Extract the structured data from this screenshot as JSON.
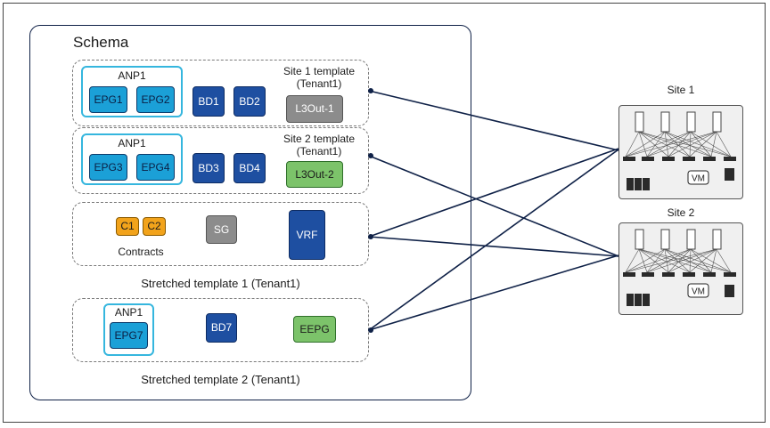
{
  "schema": {
    "title": "Schema"
  },
  "templates": {
    "site1": {
      "label": "Site 1 template",
      "tenant": "(Tenant1)",
      "anp": "ANP1",
      "epgs": [
        "EPG1",
        "EPG2"
      ],
      "bds": [
        "BD1",
        "BD2"
      ],
      "l3out": "L3Out-1"
    },
    "site2": {
      "label": "Site 2 template",
      "tenant": "(Tenant1)",
      "anp": "ANP1",
      "epgs": [
        "EPG3",
        "EPG4"
      ],
      "bds": [
        "BD3",
        "BD4"
      ],
      "l3out": "L3Out-2"
    },
    "stretched1": {
      "label": "Stretched template 1 (Tenant1)",
      "contracts": [
        "C1",
        "C2"
      ],
      "contracts_label": "Contracts",
      "sg": "SG",
      "vrf": "VRF"
    },
    "stretched2": {
      "label": "Stretched template 2 (Tenant1)",
      "anp": "ANP1",
      "epg": "EPG7",
      "bd": "BD7",
      "eepg": "EEPG"
    }
  },
  "sites": [
    {
      "label": "Site 1",
      "vm": "VM"
    },
    {
      "label": "Site 2",
      "vm": "VM"
    }
  ],
  "colors": {
    "epg": "#1ba0d7",
    "bd": "#1e4fa1",
    "anp_border": "#35b6de",
    "l3out_site1": "#8c8c8c",
    "l3out_site2": "#7cc36a",
    "contract": "#f2a31b",
    "sg": "#8c8c8c",
    "eepg": "#7cc36a",
    "connector": "#0f2147"
  }
}
